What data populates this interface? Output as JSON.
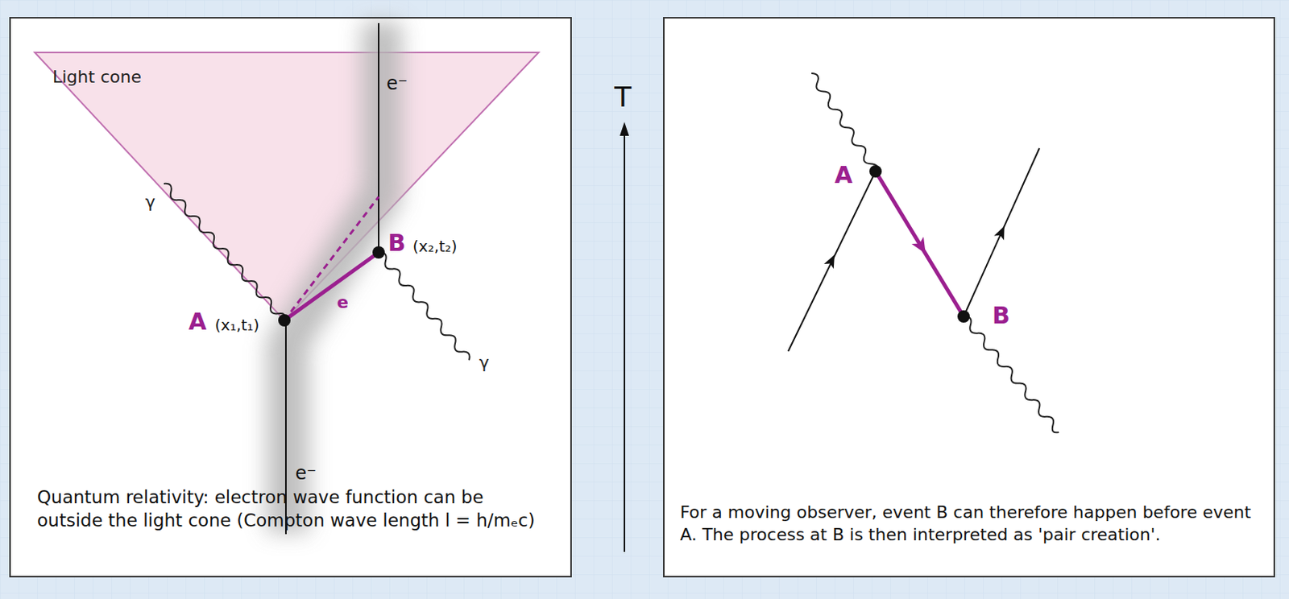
{
  "diagram": {
    "nodes": [
      {
        "text": [
          "Quantum relativity: electron wave function can be outside the light cone (Compton wave length l = h/mₑc)"
        ]
      },
      {
        "text": [
          "For a moving observer, event B can therefore happen before event A. The process at B is then interpreted as 'pair creation'."
        ]
      }
    ],
    "labels": [
      "Light cone",
      "e⁻",
      "e⁻",
      "e",
      "γ",
      "γ",
      "A",
      "(x₁,t₁)",
      "B",
      "(x₂,t₂)",
      "T",
      "A",
      "B"
    ]
  }
}
